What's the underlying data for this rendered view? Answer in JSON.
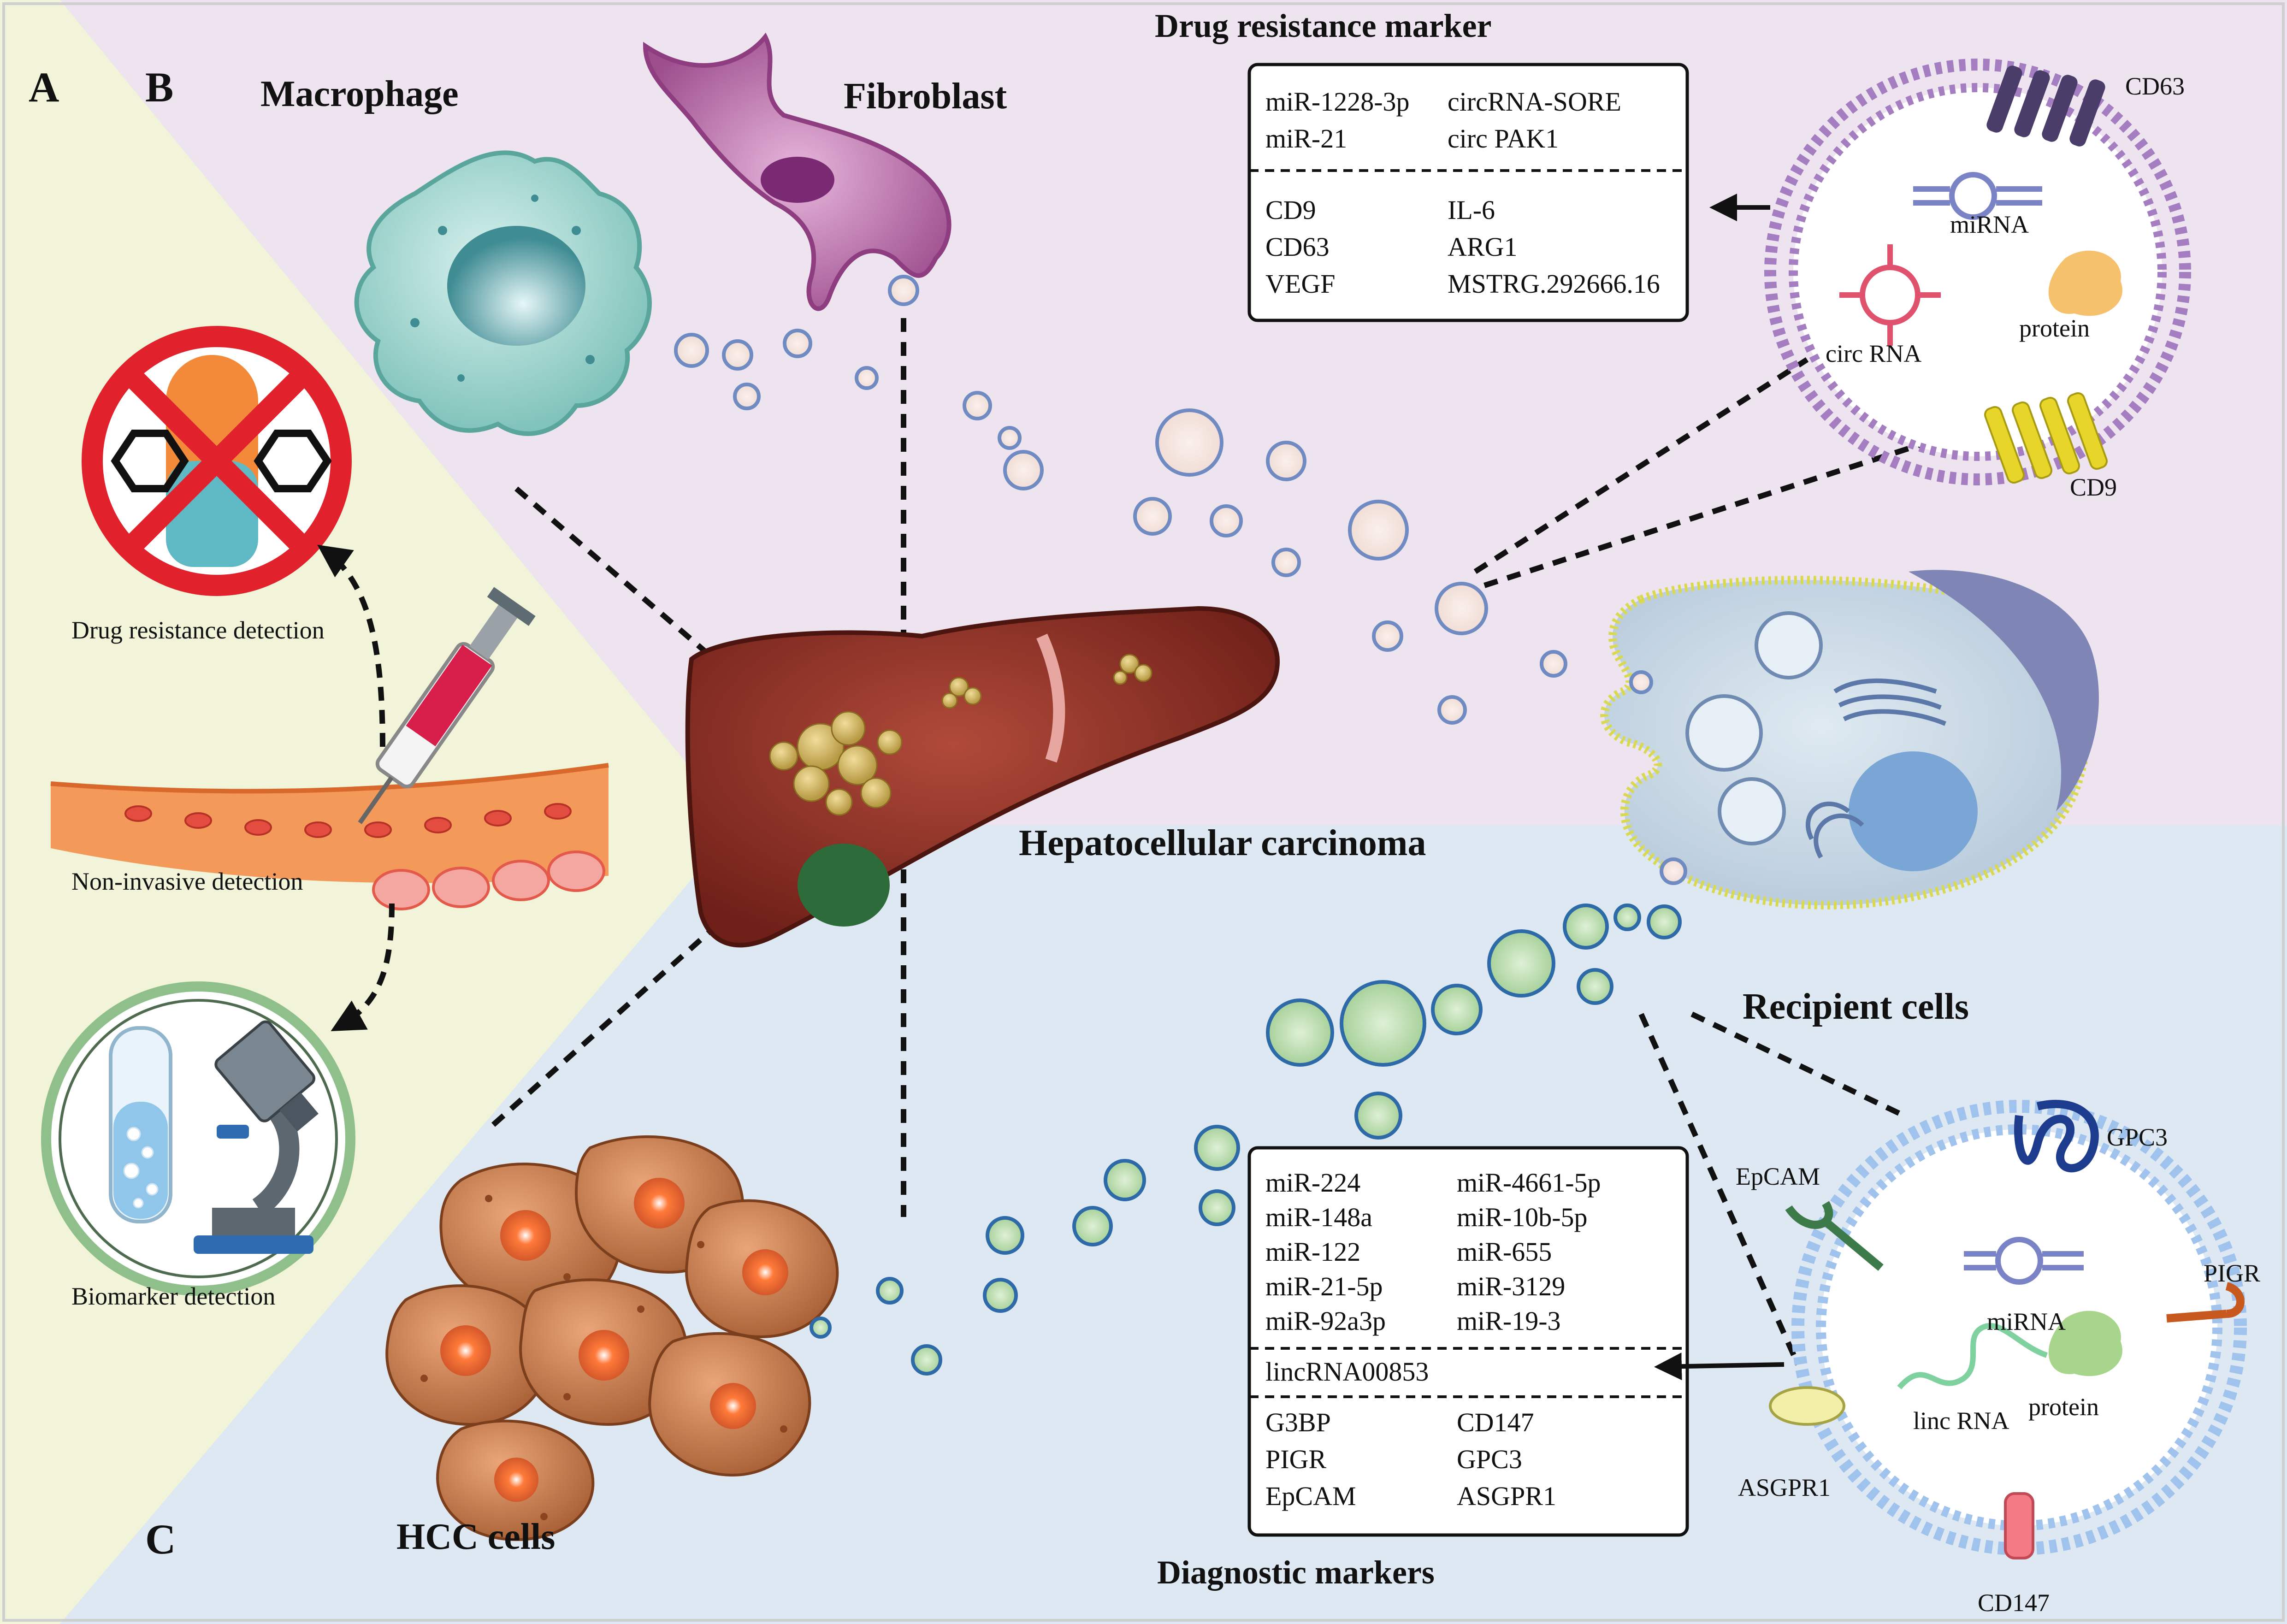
{
  "panels": {
    "a": "A",
    "b": "B",
    "c": "C"
  },
  "left_panel": {
    "drug_resistance_detection": "Drug resistance detection",
    "non_invasive_detection": "Non-invasive detection",
    "biomarker_detection": "Biomarker detection"
  },
  "cells": {
    "macrophage": "Macrophage",
    "fibroblast": "Fibroblast",
    "liver": "Hepatocellular carcinoma",
    "recipient": "Recipient cells",
    "hcc": "HCC cells"
  },
  "drug_resistance_box": {
    "title": "Drug resistance marker",
    "top_rows": [
      [
        "miR-1228-3p",
        "circRNA-SORE"
      ],
      [
        "miR-21",
        "circ PAK1"
      ]
    ],
    "bottom_rows": [
      [
        "CD9",
        "IL-6"
      ],
      [
        "CD63",
        "ARG1"
      ],
      [
        "VEGF",
        "MSTRG.292666.16"
      ]
    ]
  },
  "top_vesicle": {
    "cd63": "CD63",
    "mirna": "miRNA",
    "circrna": "circ RNA",
    "protein": "protein",
    "cd9": "CD9"
  },
  "diagnostic_box": {
    "title": "Diagnostic markers",
    "mirna_rows": [
      [
        "miR-224",
        "miR-4661-5p"
      ],
      [
        "miR-148a",
        "miR-10b-5p"
      ],
      [
        "miR-122",
        "miR-655"
      ],
      [
        "miR-21-5p",
        "miR-3129"
      ],
      [
        "miR-92a3p",
        "miR-19-3"
      ]
    ],
    "lncrna": "lincRNA00853",
    "protein_rows": [
      [
        "G3BP",
        "CD147"
      ],
      [
        "PIGR",
        "GPC3"
      ],
      [
        "EpCAM",
        "ASGPR1"
      ]
    ]
  },
  "bottom_vesicle": {
    "epcam": "EpCAM",
    "gpc3": "GPC3",
    "pigr": "PIGR",
    "mirna": "miRNA",
    "lincrna": "linc RNA",
    "protein": "protein",
    "asgpr1": "ASGPR1",
    "cd147": "CD147"
  },
  "colors": {
    "panel_a_bg": "#f1f4d8",
    "panel_b_bg": "#ede4ef",
    "panel_c_bg": "#dde8f2",
    "liver": "#8a2e24",
    "hcc_cell": "#c07a4e",
    "macrophage": "#a9d9d3",
    "fibroblast": "#c879b8"
  }
}
